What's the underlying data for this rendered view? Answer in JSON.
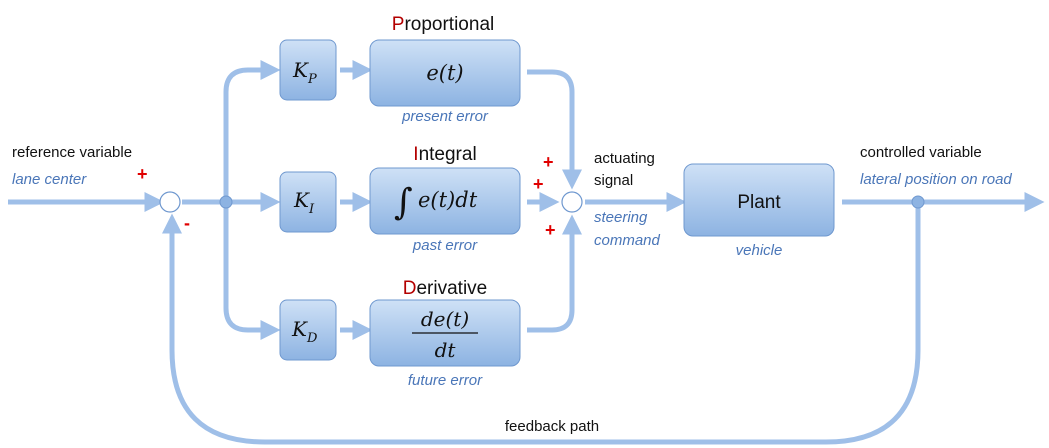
{
  "colors": {
    "line": "#9fbfe8",
    "block_fill_top": "#c6dbf4",
    "block_fill_bottom": "#8eb4e3",
    "block_stroke": "#6f98cf",
    "sign": "#e00000",
    "title_initial": "#b30000",
    "annotation": "#4a76b8"
  },
  "input": {
    "label": "reference variable",
    "note": "lane center",
    "sign": "+"
  },
  "feedback": {
    "sign": "-",
    "label": "feedback path"
  },
  "proportional": {
    "title_initial": "P",
    "title_rest": "roportional",
    "gain_base": "K",
    "gain_sub": "P",
    "block_text": "e(t)",
    "note": "present error"
  },
  "integral": {
    "title_initial": "I",
    "title_rest": "ntegral",
    "gain_base": "K",
    "gain_sub": "I",
    "integral_symbol": "∫",
    "block_text": "e(t)dt",
    "note": "past error"
  },
  "derivative": {
    "title_initial": "D",
    "title_rest": "erivative",
    "gain_base": "K",
    "gain_sub": "D",
    "numerator": "de(t)",
    "denominator": "dt",
    "note": "future error"
  },
  "summing": {
    "sign_top": "+",
    "sign_mid": "+",
    "sign_bottom": "+"
  },
  "actuating": {
    "label_line1": "actuating",
    "label_line2": "signal",
    "note_line1": "steering",
    "note_line2": "command"
  },
  "plant": {
    "label": "Plant",
    "note": "vehicle"
  },
  "output": {
    "label": "controlled variable",
    "note": "lateral position on road"
  }
}
